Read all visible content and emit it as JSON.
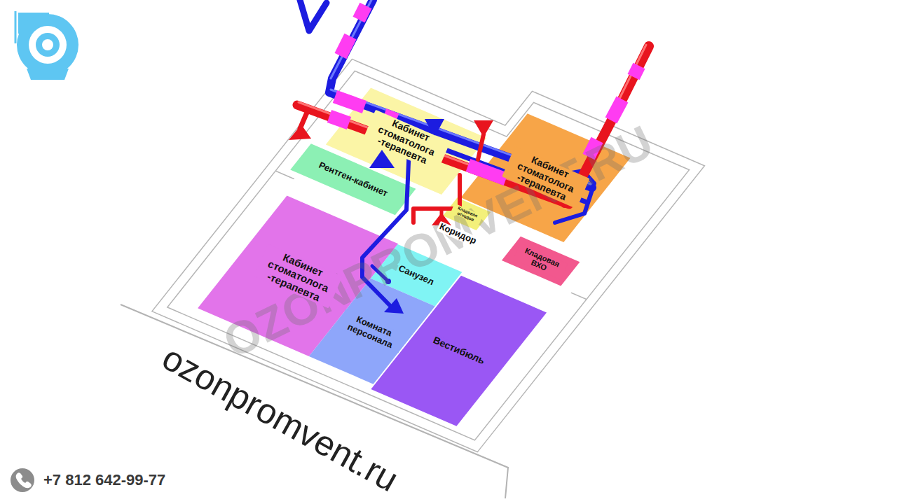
{
  "diagram": {
    "nodes": [
      {
        "text": [
          "Кабинет стоматолога -терапевта"
        ]
      },
      {
        "text": [
          "Кабинет стоматолога -терапевта"
        ]
      },
      {
        "text": [
          "Рентген-кабинет"
        ]
      },
      {
        "text": [
          "Кладовая отходов"
        ]
      },
      {
        "text": [
          "Кладовая ВХО"
        ]
      },
      {
        "text": [
          "Кабинет стоматолога -терапевта"
        ]
      },
      {
        "text": [
          "Санузел"
        ]
      },
      {
        "text": [
          "Комната персонала"
        ]
      },
      {
        "text": [
          "Вестибюль"
        ]
      }
    ],
    "labels": [
      "Коридор",
      "OZONPROMVENT.RU",
      "ozonpromvent.ru",
      "+7 812 642-99-77"
    ]
  }
}
